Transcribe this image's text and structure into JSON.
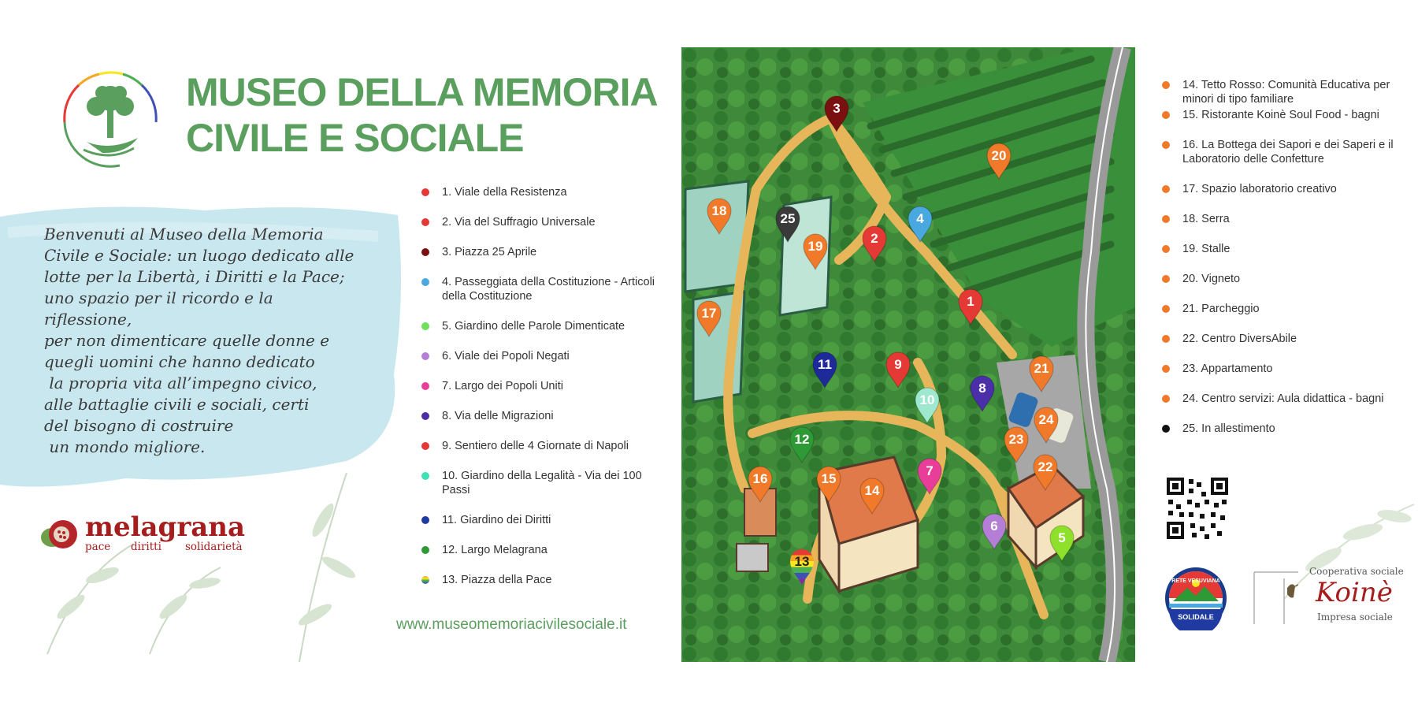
{
  "header": {
    "title_line1": "MUSEO DELLA MEMORIA",
    "title_line2": "CIVILE E SOCIALE"
  },
  "welcome_lines": [
    "Benvenuti al Museo della Memoria",
    "Civile e Sociale: un luogo dedicato alle",
    "lotte per la Libertà, i Diritti e la Pace;",
    "uno spazio per il ricordo e la riflessione,",
    "per non dimenticare quelle donne e",
    "quegli uomini che hanno dedicato",
    " la propria vita all’impegno civico,",
    "alle battaglie civili e sociali, certi",
    "del bisogno di costruire",
    " un mondo migliore."
  ],
  "melagrana": {
    "name": "melagrana",
    "tagline_1": "pace",
    "tagline_2": "diritti",
    "tagline_3": "solidarietà"
  },
  "url": "www.museomemoriacivilesociale.it",
  "legend_left": [
    {
      "text": "1.  Viale della Resistenza",
      "color": "#e53935"
    },
    {
      "text": "2.  Via del Suffragio Universale",
      "color": "#e53935"
    },
    {
      "text": "3.  Piazza 25 Aprile",
      "color": "#7b1010"
    },
    {
      "text": "4.  Passeggiata della Costituzione - Articoli della Costituzione",
      "color": "#4aa8e0"
    },
    {
      "text": "5.  Giardino delle Parole Dimenticate",
      "color": "#6ee05a"
    },
    {
      "text": "6.  Viale dei Popoli Negati",
      "color": "#b57ed6"
    },
    {
      "text": "7.  Largo dei Popoli Uniti",
      "color": "#e83e9a"
    },
    {
      "text": "8.  Via delle Migrazioni",
      "color": "#4a2fa8"
    },
    {
      "text": "9.  Sentiero delle 4 Giornate di Napoli",
      "color": "#e53935"
    },
    {
      "text": "10.  Giardino della Legalità - Via dei 100 Passi",
      "color": "#3fe0b5"
    },
    {
      "text": "11.  Giardino dei Diritti",
      "color": "#1f3aa0"
    },
    {
      "text": "12.  Largo Melagrana",
      "color": "#2e9a35"
    },
    {
      "text": "13.  Piazza della Pace",
      "color": "rainbow"
    }
  ],
  "legend_right": [
    {
      "text": "14.  Tetto Rosso: Comunità Educativa per minori di tipo familiare",
      "color": "#f07a2a"
    },
    {
      "text": "15.  Ristorante Koinè Soul Food - bagni",
      "color": "#f07a2a"
    },
    {
      "text": "16.  La Bottega dei Sapori e dei Saperi e il Laboratorio delle Confetture",
      "color": "#f07a2a"
    },
    {
      "text": "17.  Spazio laboratorio creativo",
      "color": "#f07a2a"
    },
    {
      "text": "18.  Serra",
      "color": "#f07a2a"
    },
    {
      "text": "19.  Stalle",
      "color": "#f07a2a"
    },
    {
      "text": "20.  Vigneto",
      "color": "#f07a2a"
    },
    {
      "text": "21.  Parcheggio",
      "color": "#f07a2a"
    },
    {
      "text": "22.  Centro DiversAbile",
      "color": "#f07a2a"
    },
    {
      "text": "23.  Appartamento",
      "color": "#f07a2a"
    },
    {
      "text": "24.  Centro servizi: Aula didattica - bagni",
      "color": "#f07a2a"
    },
    {
      "text": "25.  In allestimento",
      "color": "#111111"
    }
  ],
  "map_pins": [
    {
      "label": "1",
      "color": "#e53935"
    },
    {
      "label": "2",
      "color": "#e53935"
    },
    {
      "label": "3",
      "color": "#7b1010"
    },
    {
      "label": "4",
      "color": "#4aa8e0"
    },
    {
      "label": "5",
      "color": "#8ee02a"
    },
    {
      "label": "6",
      "color": "#b57ed6"
    },
    {
      "label": "7",
      "color": "#e83e9a"
    },
    {
      "label": "8",
      "color": "#4a2fa8"
    },
    {
      "label": "9",
      "color": "#e53935"
    },
    {
      "label": "10",
      "color": "#9fe8d0"
    },
    {
      "label": "11",
      "color": "#1f2a9a"
    },
    {
      "label": "12",
      "color": "#2e9a35"
    },
    {
      "label": "13",
      "color": "rainbow"
    },
    {
      "label": "14",
      "color": "#f07a2a"
    },
    {
      "label": "15",
      "color": "#f07a2a"
    },
    {
      "label": "16",
      "color": "#f07a2a"
    },
    {
      "label": "17",
      "color": "#f07a2a"
    },
    {
      "label": "18",
      "color": "#f07a2a"
    },
    {
      "label": "19",
      "color": "#f07a2a"
    },
    {
      "label": "20",
      "color": "#f07a2a"
    },
    {
      "label": "21",
      "color": "#f07a2a"
    },
    {
      "label": "22",
      "color": "#f07a2a"
    },
    {
      "label": "23",
      "color": "#f07a2a"
    },
    {
      "label": "24",
      "color": "#f07a2a"
    },
    {
      "label": "25",
      "color": "#3a3a3a"
    }
  ],
  "rete": {
    "line1": "RETE VESUVIANA",
    "line2": "SOLIDALE"
  },
  "koine": {
    "line1": "Cooperativa sociale",
    "name": "Koinè",
    "line3": "Impresa sociale"
  },
  "colors": {
    "brand_green": "#5a9f5e",
    "melagrana_red": "#a51d1d",
    "wash_blue": "#bfe3ec"
  }
}
